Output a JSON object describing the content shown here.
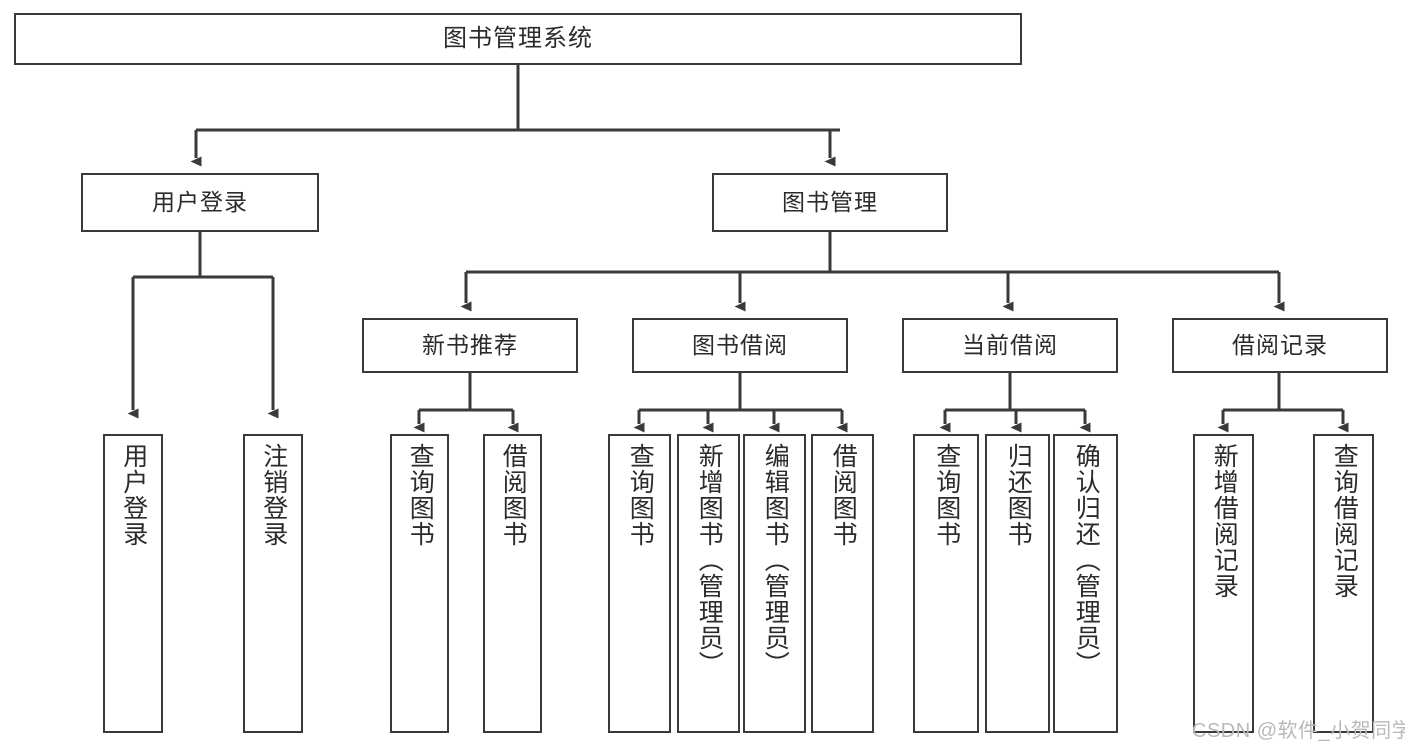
{
  "diagram": {
    "title": "图书管理系统",
    "type": "tree-hierarchy",
    "colors": {
      "box_border": "#3a3a3a",
      "box_fill": "#ffffff",
      "edge": "#3a3a3a",
      "text": "#2b2b2b",
      "watermark": "#b9b9b9",
      "background": "#ffffff"
    },
    "root": {
      "label": "图书管理系统"
    },
    "level2": [
      {
        "label": "用户登录"
      },
      {
        "label": "图书管理"
      }
    ],
    "level3": [
      {
        "label": "新书推荐"
      },
      {
        "label": "图书借阅"
      },
      {
        "label": "当前借阅"
      },
      {
        "label": "借阅记录"
      }
    ],
    "leaves": {
      "user_login": [
        {
          "label": "用户登录"
        },
        {
          "label": "注销登录"
        }
      ],
      "new_book_recommend": [
        {
          "label": "查询图书"
        },
        {
          "label": "借阅图书"
        }
      ],
      "book_borrow": [
        {
          "label": "查询图书"
        },
        {
          "label": "新增图书（管理员）"
        },
        {
          "label": "编辑图书（管理员）"
        },
        {
          "label": "借阅图书"
        }
      ],
      "current_borrow": [
        {
          "label": "查询图书"
        },
        {
          "label": "归还图书"
        },
        {
          "label": "确认归还（管理员）"
        }
      ],
      "borrow_record": [
        {
          "label": "新增借阅记录"
        },
        {
          "label": "查询借阅记录"
        }
      ]
    }
  },
  "watermark": {
    "text": "CSDN @软件_小贺同学"
  }
}
